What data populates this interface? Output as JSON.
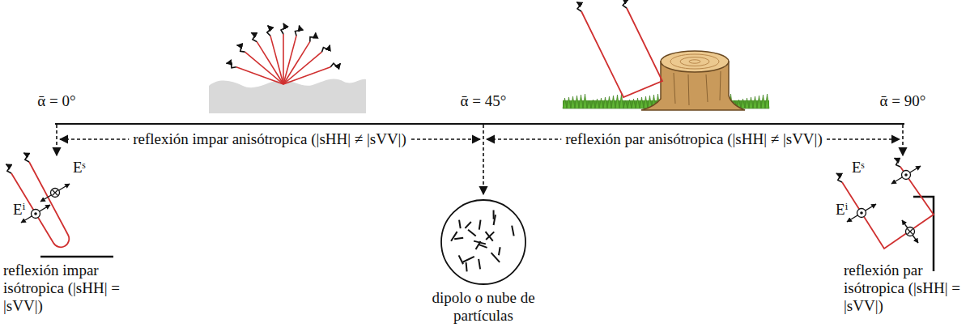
{
  "diagram": {
    "nodes": [
      {
        "text": [
          "dipolo o nube de partículas"
        ]
      }
    ],
    "labels": [
      "ᾱ = 0°",
      "ᾱ = 45°",
      "ᾱ = 90°",
      "reflexión impar anisótropica (|sHH| ≠ |sVV|)",
      "reflexión par anisótropica (|sHH| ≠ |sVV|)",
      "Eˢ",
      "Eⁱ",
      "reflexión impar isótropica (|sHH| = |sVV|)",
      "Eˢ",
      "Eⁱ",
      "reflexión par isótropica (|sHH| = |sVV|)"
    ]
  }
}
